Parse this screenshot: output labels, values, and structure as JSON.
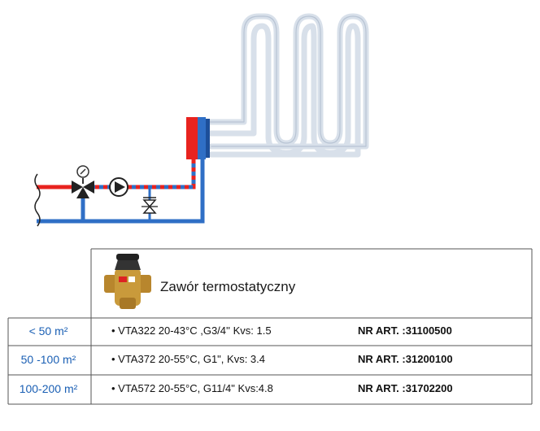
{
  "header": {
    "title": "Zawór termostatyczny"
  },
  "rows": [
    {
      "area": "< 50 m²",
      "model": "• VTA322  20-43°C ,G3/4''  Kvs: 1.5",
      "art_label": "NR ART. :",
      "art_no": "31100500"
    },
    {
      "area": "50 -100 m²",
      "model": "• VTA372  20-55°C, G1\", Kvs: 3.4",
      "art_label": "NR ART. :",
      "art_no": "31200100"
    },
    {
      "area": "100-200 m²",
      "model": "• VTA572  20-55°C, G11/4\" Kvs:4.8",
      "art_label": "NR ART. :",
      "art_no": "31702200"
    }
  ],
  "colors": {
    "supply": "#e8231f",
    "return": "#2f6fc6",
    "area_text": "#1a5fb4",
    "table_line": "#555555",
    "floor_loop": "#d8e0ea"
  },
  "icons": [
    "valve-icon",
    "pump-icon",
    "gauge-icon",
    "check-valve-icon",
    "manifold-icon"
  ]
}
